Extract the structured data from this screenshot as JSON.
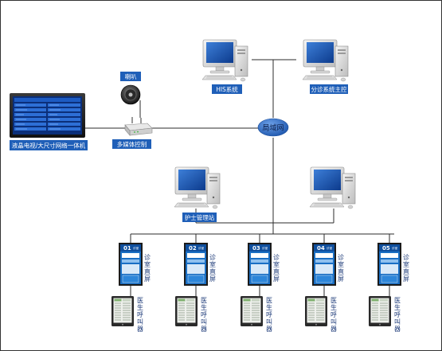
{
  "colors": {
    "frame": "#333333",
    "line": "#2b2b2b",
    "label_bg": "#1f5fb8",
    "lan_fill": "#2e6cc6",
    "panel_blue": "#1a6fc4",
    "vertical_text": "#1f3c7a"
  },
  "speaker": {
    "label": "喇叭",
    "icon": "speaker-icon"
  },
  "multimedia": {
    "label": "多媒体控制",
    "icon": "router-icon"
  },
  "lcd": {
    "label": "液晶电视/大尺寸网络一体机",
    "icon": "tv-screen-icon"
  },
  "his": {
    "label": "HIS系统",
    "icon": "computer-icon"
  },
  "triage": {
    "label": "分诊系统主控",
    "icon": "computer-icon"
  },
  "lan": {
    "label": "局域网"
  },
  "nurse": {
    "label": "护士管理站",
    "icon": "computer-icon"
  },
  "spare_pc": {
    "icon": "computer-icon"
  },
  "rooms": [
    {
      "screen_label": "诊室直屏",
      "caller_label": "医生呼叫器",
      "number": "01",
      "room": "诊室"
    },
    {
      "screen_label": "诊室直屏",
      "caller_label": "医生呼叫器",
      "number": "02",
      "room": "诊室"
    },
    {
      "screen_label": "诊室直屏",
      "caller_label": "医生呼叫器",
      "number": "03",
      "room": "诊室"
    },
    {
      "screen_label": "诊室直屏",
      "caller_label": "医生呼叫器",
      "number": "04",
      "room": "诊室"
    },
    {
      "screen_label": "诊室直屏",
      "caller_label": "医生呼叫器",
      "number": "05",
      "room": "诊室"
    }
  ]
}
